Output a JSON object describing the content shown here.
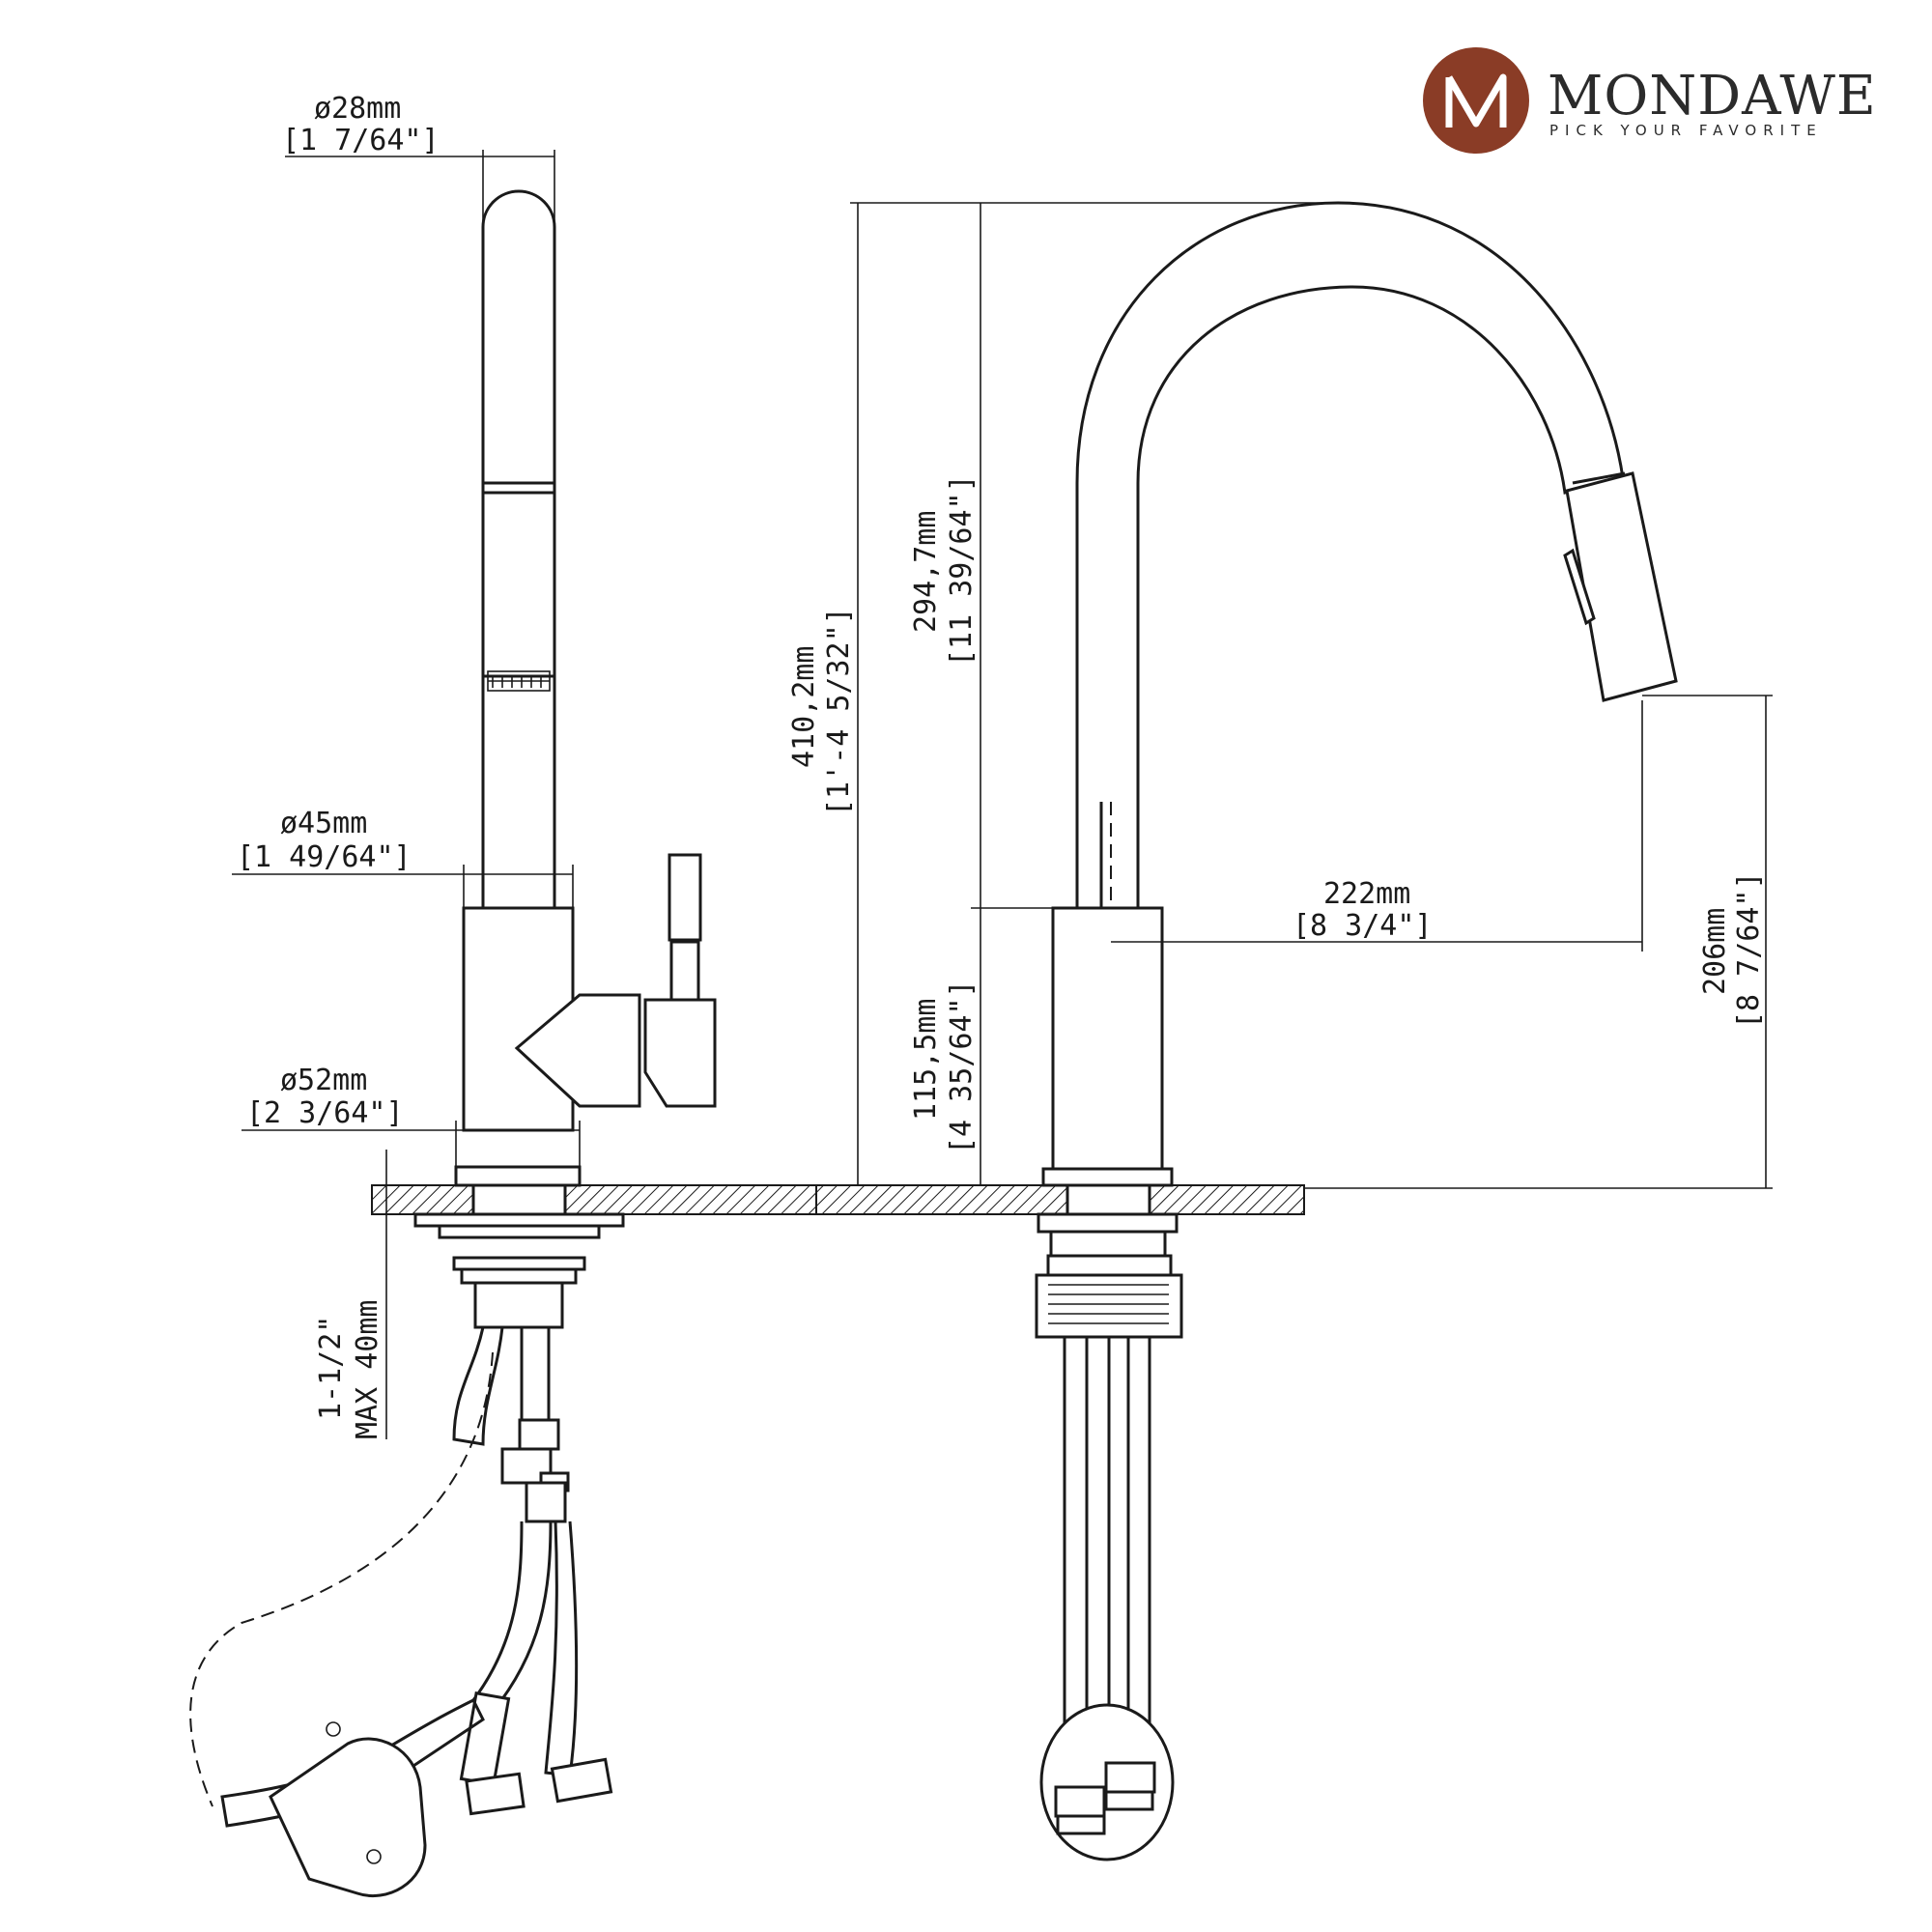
{
  "brand": {
    "name": "MONDAWE",
    "tagline": "PICK YOUR FAVORITE",
    "logo_letter": "M",
    "logo_color": "#8a3c26"
  },
  "dimensions": {
    "spout_diameter": {
      "metric": "ø28mm",
      "imperial": "[1 7/64\"]"
    },
    "body_diameter": {
      "metric": "ø45mm",
      "imperial": "[1 49/64\"]"
    },
    "base_diameter": {
      "metric": "ø52mm",
      "imperial": "[2 3/64\"]"
    },
    "deck_thickness": {
      "imperial": "1-1/2\"",
      "metric": "MAX 40mm"
    },
    "overall_height": {
      "metric": "410,2mm",
      "imperial": "[1'-4 5/32\"]"
    },
    "spout_height": {
      "metric": "294,7mm",
      "imperial": "[11 39/64\"]"
    },
    "body_height": {
      "metric": "115,5mm",
      "imperial": "[4 35/64\"]"
    },
    "spout_reach": {
      "metric": "222mm",
      "imperial": "[8 3/4\"]"
    },
    "outlet_clearance": {
      "metric": "206mm",
      "imperial": "[8 7/64\"]"
    }
  }
}
